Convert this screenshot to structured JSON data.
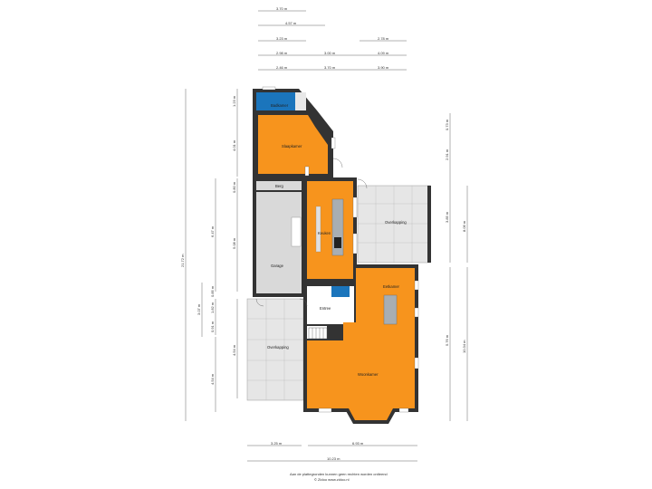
{
  "colors": {
    "room": "#F7941D",
    "bathroom": "#1B75BC",
    "storage": "#D9D9D9",
    "terrace": "#E6E6E6",
    "wall": "#333333",
    "island": "#A8AEB3",
    "dimension_line": "#666666"
  },
  "dimensions_top": [
    "3.70 m",
    "4.57 m",
    "3.23 m",
    "2.78 m",
    "2.98 m",
    "3.00 m",
    "4.09 m",
    "2.46 m",
    "3.70 m",
    "3.90 m"
  ],
  "dimensions_left": [
    "21.72 m",
    "1.23 m",
    "4.01 m",
    "0.80 m",
    "6.47 m",
    "5.08 m",
    "3.07 m",
    "0.91 m",
    "1.82 m",
    "0.85 m",
    "4.54 m",
    "4.54 m"
  ],
  "dimensions_right": [
    "0.73 m",
    "2.91 m",
    "3.85 m",
    "8.06 m",
    "5.76 m",
    "10.34 m"
  ],
  "dimensions_bottom": [
    "3.25 m",
    "6.93 m",
    "10.23 m"
  ],
  "rooms": {
    "badkamer": "Badkamer",
    "slaapkamer": "Slaapkamer",
    "berging_top": "Berg",
    "keuken": "Keuken",
    "overkapping_right": "Overkapping",
    "garage": "Garage",
    "entree": "Entree",
    "eetkamer": "Eetkamer",
    "overkapping_left": "Overkapping",
    "woonkamer": "Woonkamer"
  },
  "footer": {
    "line1": "Aan de plattegronden kunnen geen rechten worden ontleend",
    "line2": "© Zidoo www.zidoo.nl"
  }
}
